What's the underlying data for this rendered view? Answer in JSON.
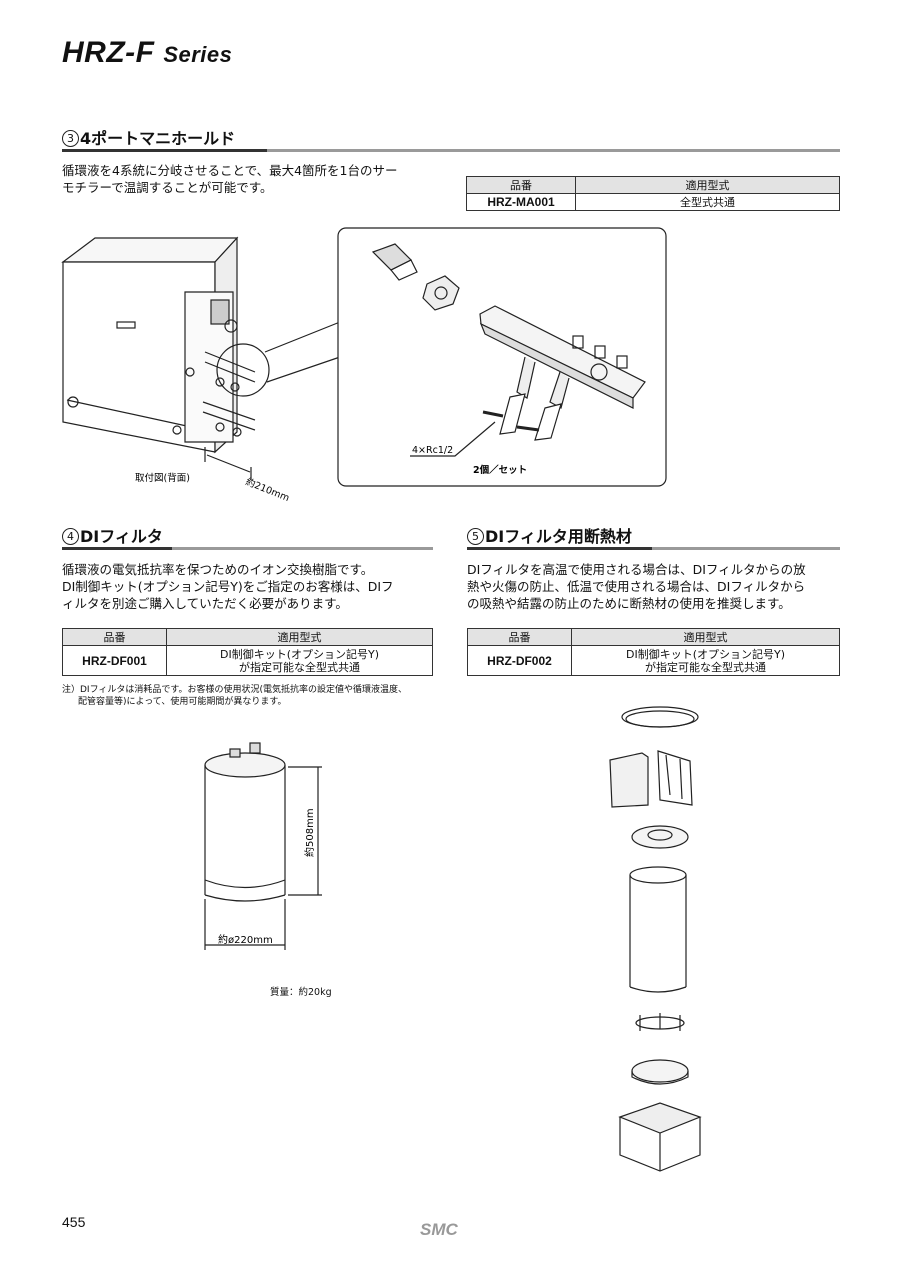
{
  "header": {
    "title": "HRZ-F",
    "subtitle": "Series"
  },
  "sec3": {
    "num": "3",
    "title": "4ポートマニホールド",
    "desc1": "循環液を4系統に分岐させることで、最大4箇所を1台のサー",
    "desc2": "モチラーで温調することが可能です。",
    "table": {
      "h1": "品番",
      "h2": "適用型式",
      "pn": "HRZ-MA001",
      "model": "全型式共通"
    },
    "label_mount": "取付図(背面)",
    "label_dim": "約210mm",
    "label_port": "4×Rc1/2",
    "label_set": "2個／セット"
  },
  "sec4": {
    "num": "4",
    "title": "DIフィルタ",
    "desc1": "循環液の電気抵抗率を保つためのイオン交換樹脂です。",
    "desc2": "DI制御キット(オプション記号Y)をご指定のお客様は、DIフ",
    "desc3": "ィルタを別途ご購入していただく必要があります。",
    "table": {
      "h1": "品番",
      "h2": "適用型式",
      "pn": "HRZ-DF001",
      "model1": "DI制御キット(オプション記号Y)",
      "model2": "が指定可能な全型式共通"
    },
    "note1": "注）DIフィルタは消耗品です。お客様の使用状況(電気抵抗率の設定値や循環液温度、",
    "note2": "配管容量等)によって、使用可能期間が異なります。",
    "dim_h": "約508mm",
    "dim_d": "約ø220mm",
    "weight": "質量：約20kg"
  },
  "sec5": {
    "num": "5",
    "title": "DIフィルタ用断熱材",
    "desc1": "DIフィルタを高温で使用される場合は、DIフィルタからの放",
    "desc2": "熱や火傷の防止、低温で使用される場合は、DIフィルタから",
    "desc3": "の吸熱や結露の防止のために断熱材の使用を推奨します。",
    "table": {
      "h1": "品番",
      "h2": "適用型式",
      "pn": "HRZ-DF002",
      "model1": "DI制御キット(オプション記号Y)",
      "model2": "が指定可能な全型式共通"
    }
  },
  "footer": {
    "page": "455",
    "logo": "SMC"
  }
}
